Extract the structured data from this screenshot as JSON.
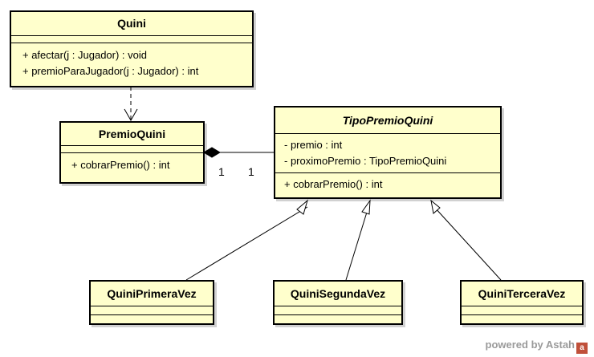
{
  "classes": {
    "quini": {
      "name": "Quini",
      "operations": [
        "+ afectar(j : Jugador) : void",
        "+ premioParaJugador(j : Jugador) : int"
      ]
    },
    "premio_quini": {
      "name": "PremioQuini",
      "operations": [
        "+ cobrarPremio() : int"
      ]
    },
    "tipo_premio_quini": {
      "name": "TipoPremioQuini",
      "attributes": [
        "- premio : int",
        "- proximoPremio : TipoPremioQuini"
      ],
      "operations": [
        "+ cobrarPremio() : int"
      ]
    },
    "quini_primera_vez": {
      "name": "QuiniPrimeraVez"
    },
    "quini_segunda_vez": {
      "name": "QuiniSegundaVez"
    },
    "quini_tercera_vez": {
      "name": "QuiniTerceraVez"
    }
  },
  "composition": {
    "source_multiplicity": "1",
    "target_multiplicity": "1"
  },
  "watermark": {
    "text": "powered by Astah",
    "logo_text": "a"
  },
  "colors": {
    "class_fill": "#ffffcc",
    "line": "#000000",
    "watermark": "#9a9a9a"
  }
}
